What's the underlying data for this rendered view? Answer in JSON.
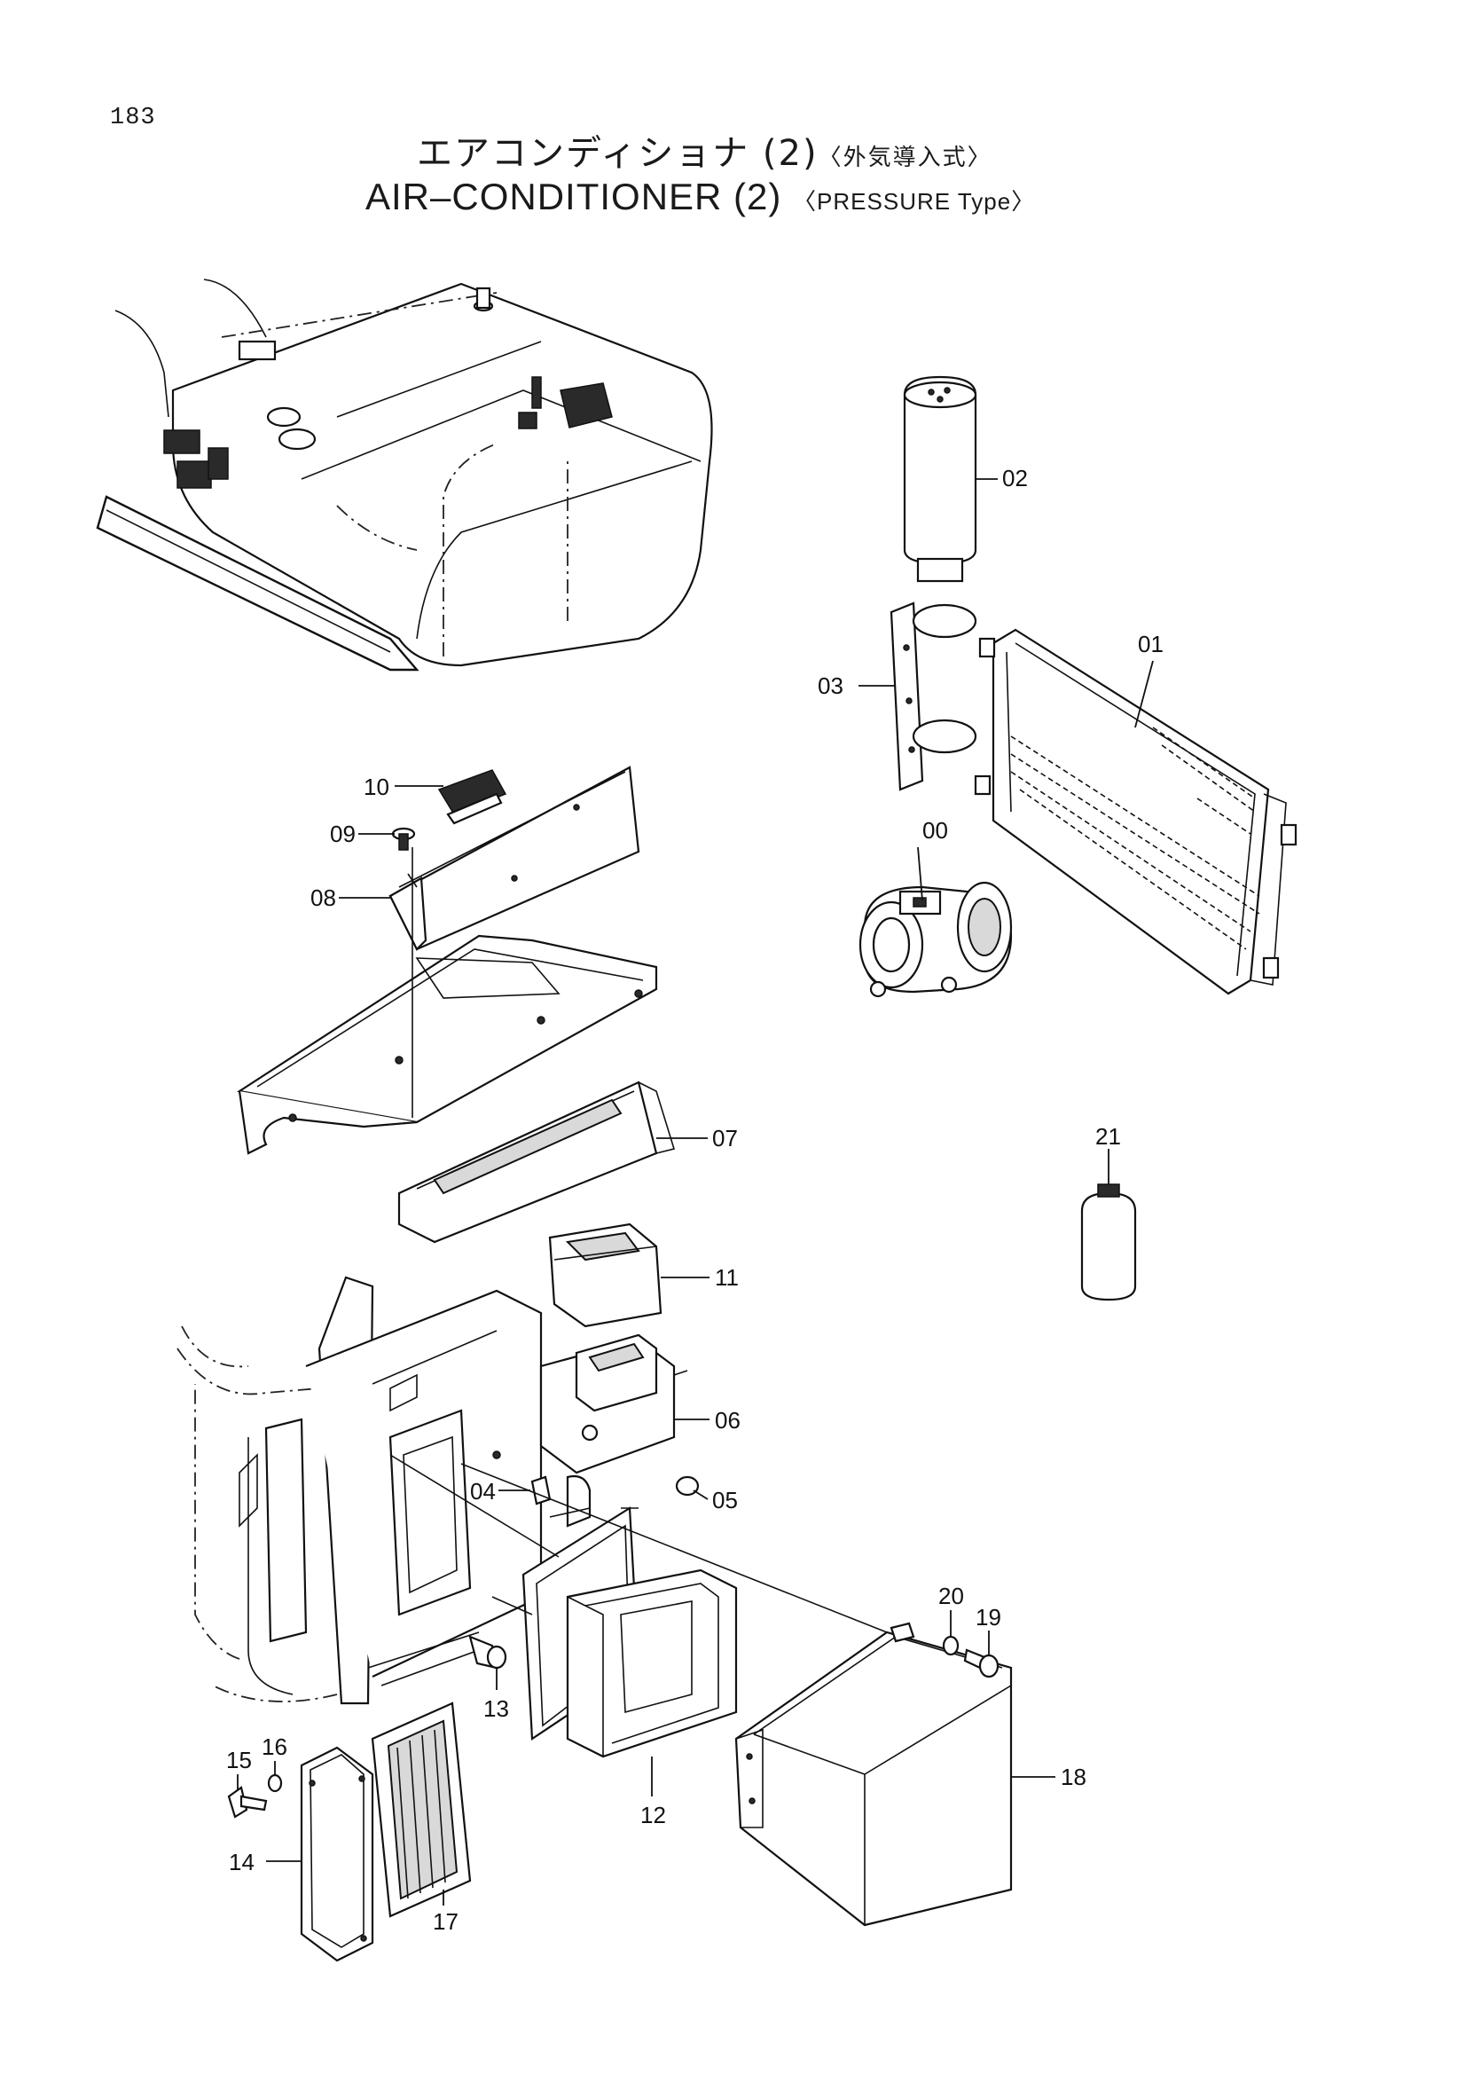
{
  "page_number": "183",
  "title": {
    "jp_main": "エアコンディショナ (2)",
    "jp_sub": "〈外気導入式〉",
    "en_main": "AIR–CONDITIONER (2)",
    "en_sub": "〈PRESSURE Type〉"
  },
  "callouts": [
    {
      "id": "00",
      "text": "00"
    },
    {
      "id": "01",
      "text": "01"
    },
    {
      "id": "02",
      "text": "02"
    },
    {
      "id": "03",
      "text": "03"
    },
    {
      "id": "04",
      "text": "04"
    },
    {
      "id": "05",
      "text": "05"
    },
    {
      "id": "06",
      "text": "06"
    },
    {
      "id": "07",
      "text": "07"
    },
    {
      "id": "08",
      "text": "08"
    },
    {
      "id": "09",
      "text": "09"
    },
    {
      "id": "10",
      "text": "10"
    },
    {
      "id": "11",
      "text": "11"
    },
    {
      "id": "12",
      "text": "12"
    },
    {
      "id": "13",
      "text": "13"
    },
    {
      "id": "14",
      "text": "14"
    },
    {
      "id": "15",
      "text": "15"
    },
    {
      "id": "16",
      "text": "16"
    },
    {
      "id": "17",
      "text": "17"
    },
    {
      "id": "18",
      "text": "18"
    },
    {
      "id": "19",
      "text": "19"
    },
    {
      "id": "20",
      "text": "20"
    },
    {
      "id": "21",
      "text": "21"
    }
  ]
}
